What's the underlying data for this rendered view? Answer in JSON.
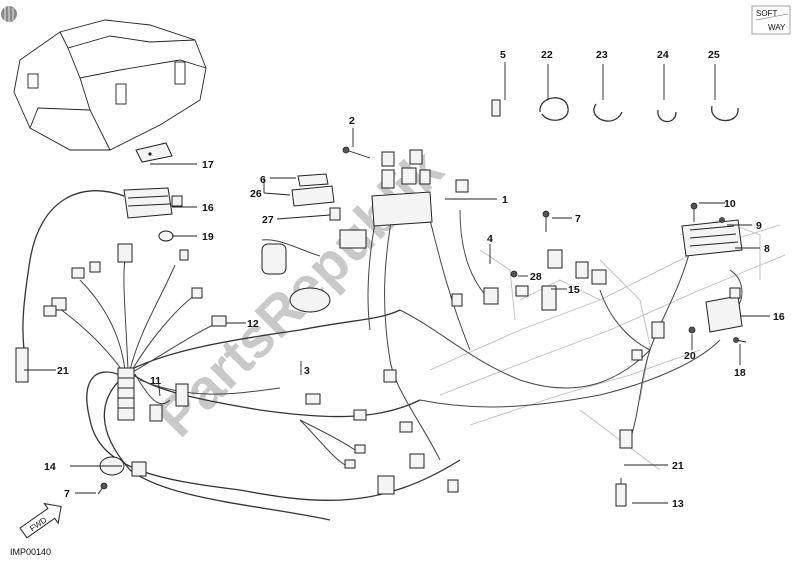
{
  "brand": {
    "line1": "SOFT",
    "line2": "WAY"
  },
  "watermark": "PartsRepublik",
  "footer_code": "IMP00140",
  "fwd_label": "FWD",
  "callouts": [
    {
      "id": "c1",
      "label": "1"
    },
    {
      "id": "c2",
      "label": "2"
    },
    {
      "id": "c3",
      "label": "3"
    },
    {
      "id": "c4",
      "label": "4"
    },
    {
      "id": "c5",
      "label": "5"
    },
    {
      "id": "c6",
      "label": "6"
    },
    {
      "id": "c7a",
      "label": "7"
    },
    {
      "id": "c7b",
      "label": "7"
    },
    {
      "id": "c8",
      "label": "8"
    },
    {
      "id": "c9",
      "label": "9"
    },
    {
      "id": "c10",
      "label": "10"
    },
    {
      "id": "c11",
      "label": "11"
    },
    {
      "id": "c12",
      "label": "12"
    },
    {
      "id": "c13",
      "label": "13"
    },
    {
      "id": "c14",
      "label": "14"
    },
    {
      "id": "c15",
      "label": "15"
    },
    {
      "id": "c16a",
      "label": "16"
    },
    {
      "id": "c16b",
      "label": "16"
    },
    {
      "id": "c17",
      "label": "17"
    },
    {
      "id": "c18",
      "label": "18"
    },
    {
      "id": "c19",
      "label": "19"
    },
    {
      "id": "c20",
      "label": "20"
    },
    {
      "id": "c21a",
      "label": "21"
    },
    {
      "id": "c21b",
      "label": "21"
    },
    {
      "id": "c22",
      "label": "22"
    },
    {
      "id": "c23",
      "label": "23"
    },
    {
      "id": "c24",
      "label": "24"
    },
    {
      "id": "c25",
      "label": "25"
    },
    {
      "id": "c26",
      "label": "26"
    },
    {
      "id": "c27",
      "label": "27"
    },
    {
      "id": "c28",
      "label": "28"
    }
  ],
  "colors": {
    "ink": "#222222",
    "ghost": "#bdbdbd",
    "watermark": "#c9c9c9"
  }
}
